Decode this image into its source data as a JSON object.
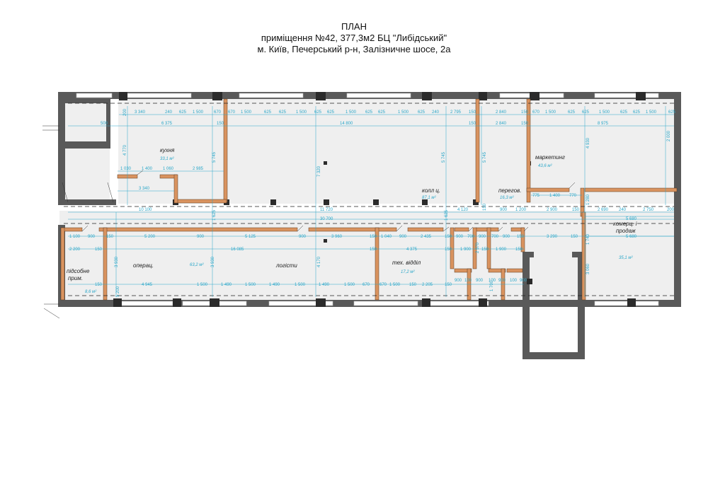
{
  "title": {
    "line1": "ПЛАН",
    "line2": "приміщення №42, 377,3м2 БЦ \"Либідський\"",
    "line3": "м. Київ, Печерський  р-н, Залізничне шосе, 2а"
  },
  "rooms": [
    {
      "name": "кухня",
      "area": "33,1 м²"
    },
    {
      "name": "колл ц.",
      "area": "87,1 м²"
    },
    {
      "name": "перегов.",
      "area": "16,3 м²"
    },
    {
      "name": "маркетинг",
      "area": "43,6 м²"
    },
    {
      "name": "комерц. і",
      "name2": "продаж",
      "area": "35,1 м²"
    },
    {
      "name": "підсобне",
      "name2": "прим.",
      "area": "8,6 м²"
    },
    {
      "name": "операц.",
      "area": "63,2 м²"
    },
    {
      "name": "логісти",
      "area": ""
    },
    {
      "name": "тех. відділ",
      "area": "17,2 м²"
    }
  ],
  "dims": {
    "top_row": [
      "3 340",
      "240",
      "625",
      "1 500",
      "670",
      "670",
      "1 500",
      "625",
      "625",
      "1 500",
      "625",
      "625",
      "1 500",
      "625",
      "625",
      "1 500",
      "625",
      "240",
      "2 795",
      "150",
      "2 840",
      "150",
      "670",
      "1 500",
      "625",
      "625",
      "1 500",
      "625",
      "625",
      "1 500",
      "625"
    ],
    "second_row": [
      "500",
      "6 375",
      "150",
      "14 800",
      "150",
      "2 840",
      "150",
      "8 975"
    ],
    "kitchen_row": [
      "1 030",
      "1 400",
      "1 060",
      "2 985"
    ],
    "kitchen_sub": "3 340",
    "corridor_row": [
      "10 100",
      "11 720",
      "4 120",
      "900",
      "1 200",
      "2 900",
      "150",
      "2 690",
      "240",
      "2 750",
      "200"
    ],
    "corridor_total": "30 700",
    "pereg_row": [
      "775",
      "1 400",
      "770"
    ],
    "lower_row1": [
      "1 100",
      "900",
      "150",
      "5 200",
      "900",
      "5 125",
      "900",
      "3 960",
      "150",
      "1 040",
      "900",
      "2 435",
      "150",
      "900",
      "700",
      "900",
      "700",
      "900",
      "150",
      "3 290",
      "150",
      "5 680"
    ],
    "lower_row2": [
      "2 200",
      "150",
      "16 085",
      "150",
      "4 375",
      "150",
      "1 900",
      "150",
      "1 900",
      "150"
    ],
    "lower_row3": [
      "150",
      "4 945",
      "1 500",
      "1 490",
      "1 500",
      "1 490",
      "1 500",
      "1 490",
      "1 500",
      "670",
      "670",
      "1 500",
      "150",
      "2 205",
      "150",
      "900",
      "100",
      "900",
      "100",
      "900",
      "100",
      "900"
    ],
    "right_top": "5 680",
    "vertical": [
      "4 770",
      "5 745",
      "7 320",
      "5 745",
      "5 745",
      "4 930",
      "2 000",
      "1 280",
      "3 930",
      "3 930",
      "4 170",
      "2 570",
      "1 700",
      "1 740",
      "3 060",
      "1 625",
      "150",
      "5 200",
      "200",
      "1 625"
    ]
  },
  "colors": {
    "wall": "#595959",
    "partition": "#d9935f",
    "floor": "#efefef",
    "dim": "#2aa7c9"
  }
}
